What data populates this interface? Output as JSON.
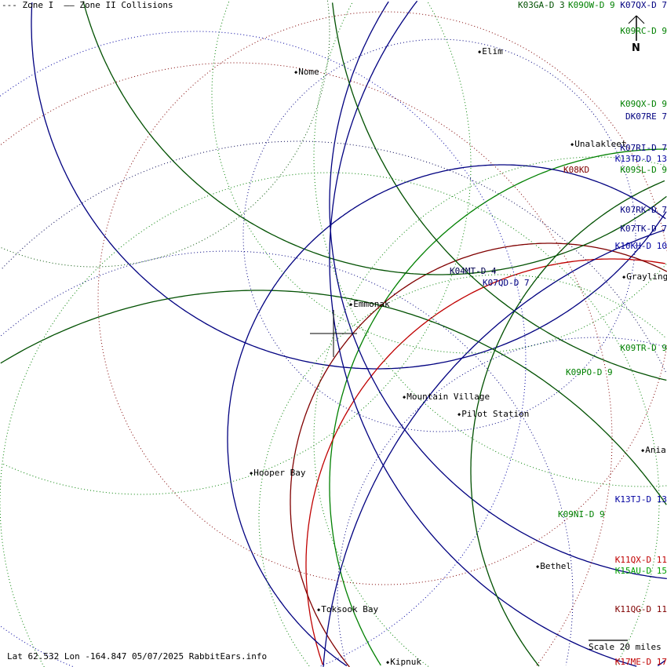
{
  "legend": {
    "zone1": "Zone I",
    "zone2": "Zone II Collisions"
  },
  "north_label": "N",
  "footer": {
    "coords": "Lat 62.532 Lon -164.847 05/07/2025 RabbitEars.info",
    "scale": "Scale 20 miles"
  },
  "colors": {
    "green": "#008000",
    "bright_green": "#00a000",
    "navy": "#000080",
    "red": "#800000",
    "bright_red": "#c00000",
    "dark_green": "#005000"
  },
  "stations": [
    {
      "label": "K03GA-D 3",
      "color": "#005000"
    },
    {
      "label": "K09OW-D 9",
      "color": "#008000"
    },
    {
      "label": "K07QX-D 7",
      "color": "#000080"
    },
    {
      "label": "K09RC-D 9",
      "color": "#008000"
    },
    {
      "label": "K09QX-D 9",
      "color": "#008000"
    },
    {
      "label": "DK07RE 7",
      "color": "#000080"
    },
    {
      "label": "K07RI-D 7",
      "color": "#000080"
    },
    {
      "label": "K13TD-D 13",
      "color": "#0000a0"
    },
    {
      "label": "K08KD",
      "color": "#800000"
    },
    {
      "label": "K09SL-D 9",
      "color": "#008000"
    },
    {
      "label": "K07RK-D 7",
      "color": "#000080"
    },
    {
      "label": "K07TK-D 7",
      "color": "#000080"
    },
    {
      "label": "K10KH-D 10",
      "color": "#0000a0"
    },
    {
      "label": "K04MT-D 4",
      "color": "#000050"
    },
    {
      "label": "K07QD-D 7",
      "color": "#000080"
    },
    {
      "label": "K09TR-D 9",
      "color": "#008000"
    },
    {
      "label": "K09PO-D 9",
      "color": "#008000"
    },
    {
      "label": "K13TJ-D 13",
      "color": "#0000a0"
    },
    {
      "label": "K09NI-D 9",
      "color": "#008000"
    },
    {
      "label": "K11QX-D 11",
      "color": "#c00000"
    },
    {
      "label": "K15AU-D 15",
      "color": "#00a000"
    },
    {
      "label": "K11QG-D 11",
      "color": "#800000"
    },
    {
      "label": "K17ME-D 17",
      "color": "#c00000"
    }
  ],
  "cities": [
    "Nome",
    "Elim",
    "Unalakleet",
    "Grayling",
    "Emmonak",
    "Mountain Village",
    "Pilot Station",
    "Aniak",
    "Hooper Bay",
    "Bethel",
    "Toksook Bay",
    "Kipnuk"
  ]
}
